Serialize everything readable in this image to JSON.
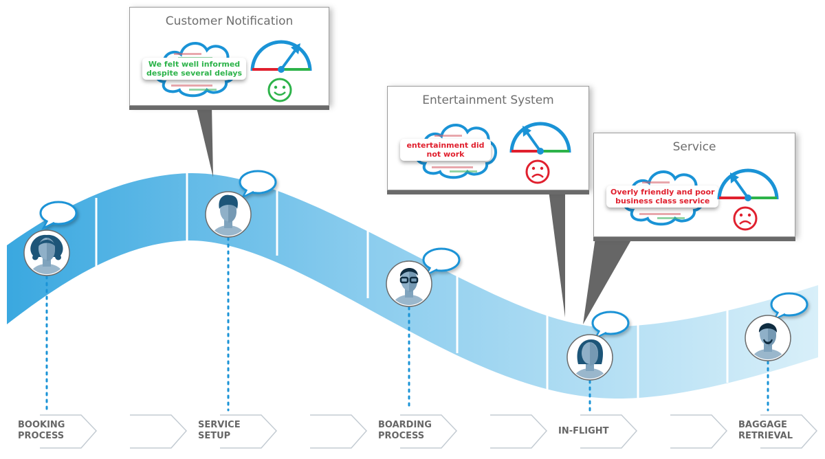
{
  "diagram": {
    "type": "customer-journey-map",
    "colors": {
      "band_dark": "#3aa8e0",
      "band_light": "#cfeaf8",
      "accent_blue": "#1a93d6",
      "positive_green": "#2db34a",
      "negative_red": "#e0202e",
      "callout_shadow": "#6a6a6a",
      "label_gray": "#666666"
    },
    "stages": [
      {
        "id": "booking",
        "label_line1": "BOOKING",
        "label_line2": "PROCESS",
        "persona": "woman-curly-hair"
      },
      {
        "id": "blank-1",
        "label_line1": "",
        "label_line2": ""
      },
      {
        "id": "service-setup",
        "label_line1": "SERVICE",
        "label_line2": "SETUP",
        "persona": "man-short-hair"
      },
      {
        "id": "blank-2",
        "label_line1": "",
        "label_line2": ""
      },
      {
        "id": "boarding",
        "label_line1": "BOARDING",
        "label_line2": "PROCESS",
        "persona": "man-glasses"
      },
      {
        "id": "blank-3",
        "label_line1": "",
        "label_line2": ""
      },
      {
        "id": "in-flight",
        "label_line1": "IN-FLIGHT",
        "label_line2": "",
        "persona": "woman-bob-hair"
      },
      {
        "id": "blank-4",
        "label_line1": "",
        "label_line2": ""
      },
      {
        "id": "baggage",
        "label_line1": "BAGGAGE",
        "label_line2": "RETRIEVAL",
        "persona": "man-beard"
      }
    ],
    "callouts": [
      {
        "title": "Customer Notification",
        "quote_line1": "We felt well informed",
        "quote_line2": "despite several delays",
        "sentiment": "positive",
        "sentiment_icon": "smiley-icon",
        "gauge": "needle-right"
      },
      {
        "title": "Entertainment System",
        "quote_line1": "entertainment did",
        "quote_line2": "not work",
        "sentiment": "negative",
        "sentiment_icon": "frown-icon",
        "gauge": "needle-left"
      },
      {
        "title": "Service",
        "quote_line1": "Overly friendly and poor",
        "quote_line2": "business class service",
        "sentiment": "negative",
        "sentiment_icon": "frown-icon",
        "gauge": "needle-left"
      }
    ]
  }
}
